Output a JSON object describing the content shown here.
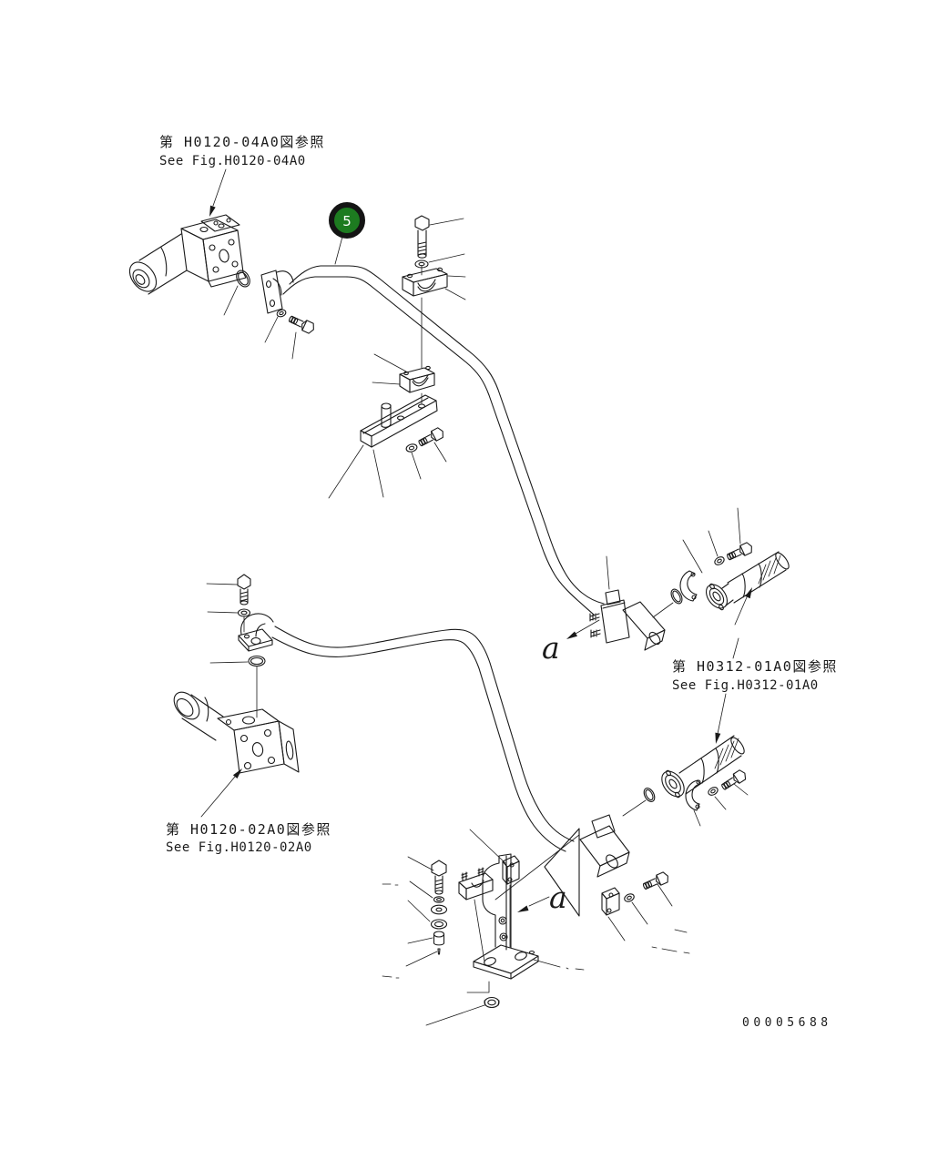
{
  "figure": {
    "type": "parts-diagram",
    "background": "#ffffff",
    "line_color": "#1a1a1a",
    "drawing_number": "00005688",
    "balloon": {
      "number": "5",
      "fill_color": "#1d7b20",
      "ring_color": "#141414",
      "number_color": "#ffffff"
    },
    "references": {
      "top_left": {
        "jp": "第 H0120-04A0図参照",
        "en": "See Fig.H0120-04A0"
      },
      "right": {
        "jp": "第 H0312-01A0図参照",
        "en": "See Fig.H0312-01A0"
      },
      "bottom_left": {
        "jp": "第 H0120-02A0図参照",
        "en": "See Fig.H0120-02A0"
      }
    },
    "view_labels": {
      "upper": "a",
      "lower": "a"
    }
  }
}
